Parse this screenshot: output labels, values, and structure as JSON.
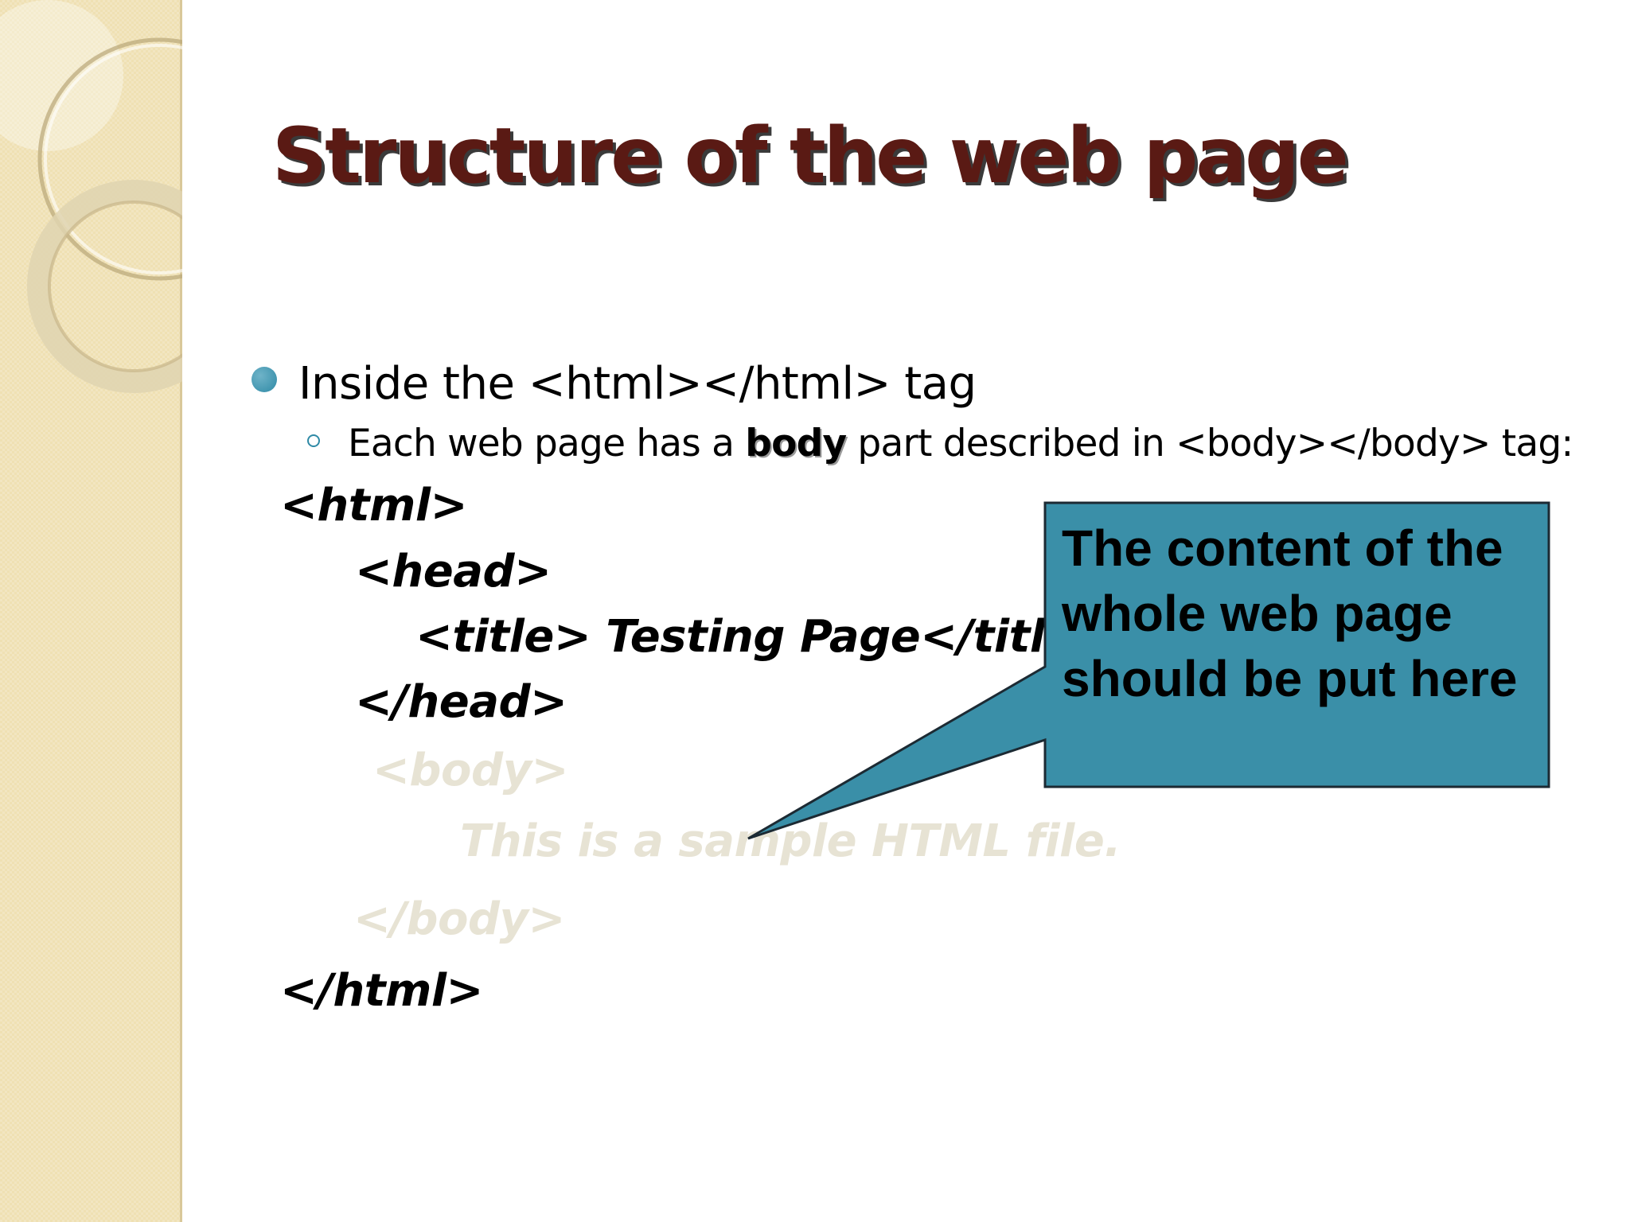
{
  "slide": {
    "title": "Structure of the web page",
    "bullet_level1": "Inside the <html></html> tag",
    "bullet_level2": {
      "prefix": "Each web page has a ",
      "bold": "body",
      "suffix": " part described in <body></body> tag:"
    }
  },
  "code_lines": {
    "html_open": "<html>",
    "head_open": "<head>",
    "title_line": "<title> Testing Page</title>",
    "head_close": "</head>",
    "body_open": "<body>",
    "body_text": "This is a sample HTML file.",
    "body_close": "</body>",
    "html_close": "</html>"
  },
  "callout": {
    "text": "The content of the whole web page should be put here",
    "fill_color": "#3a8fa8"
  },
  "colors": {
    "title": "#5a1a14",
    "left_band": "#efe0b3",
    "faded_code": "#e7e3d4"
  }
}
